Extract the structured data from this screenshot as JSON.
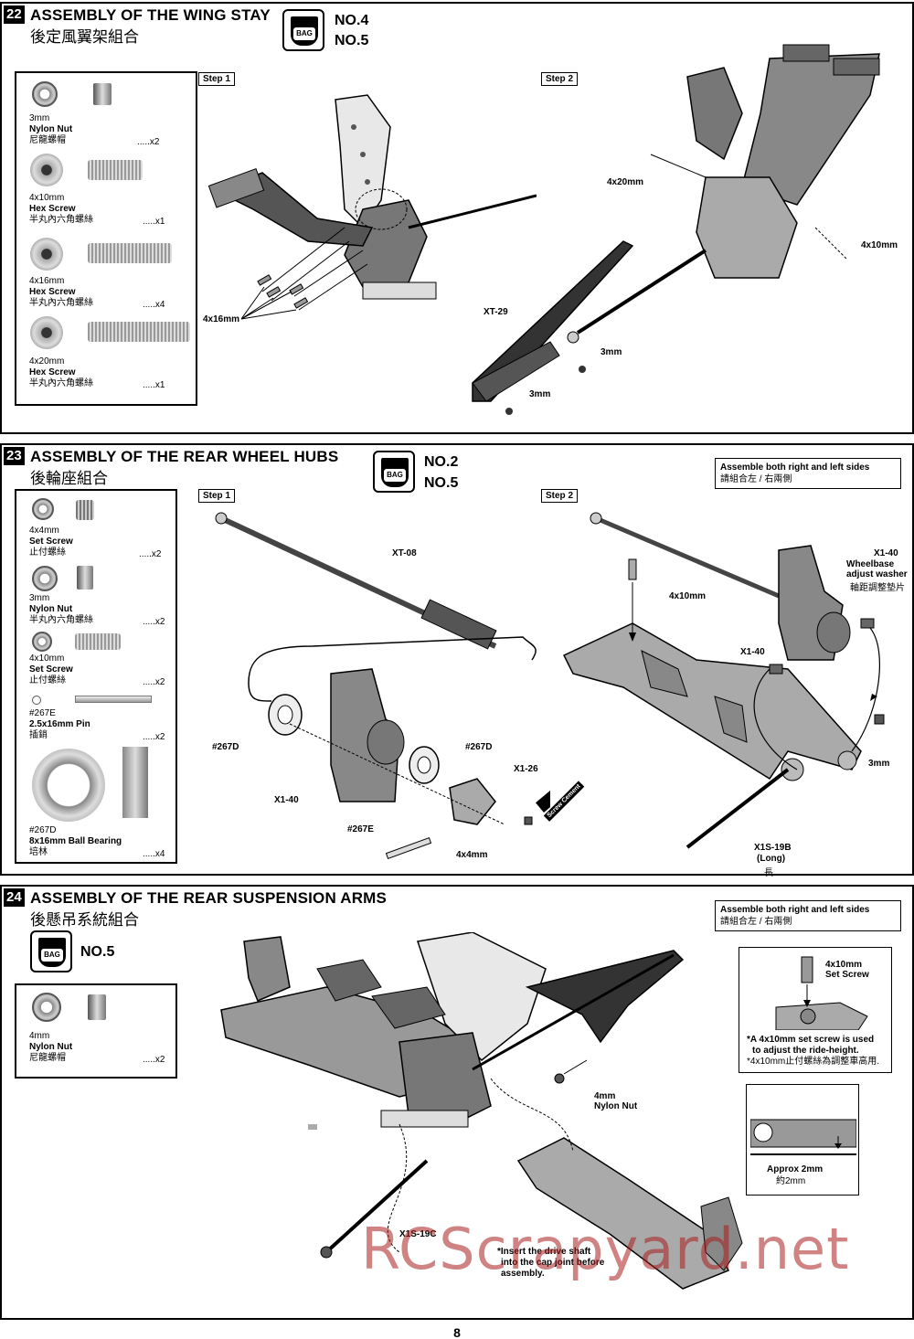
{
  "page_number": "8",
  "watermark": "RCScrapyard.net",
  "sections": {
    "s22": {
      "number": "22",
      "title_en": "ASSEMBLY OF THE WING STAY",
      "title_zh": "後定風翼架組合",
      "bags": [
        "NO.4",
        "NO.5"
      ],
      "bag_label": "BAG",
      "steps": [
        "Step 1",
        "Step 2"
      ],
      "parts": [
        {
          "name": "3mm",
          "type": "Nylon Nut",
          "zh": "尼龍螺帽",
          "qty": ".....x2"
        },
        {
          "name": "4x10mm",
          "type": "Hex Screw",
          "zh": "半丸內六角螺絲",
          "qty": ".....x1"
        },
        {
          "name": "4x16mm",
          "type": "Hex Screw",
          "zh": "半丸內六角螺絲",
          "qty": ".....x4"
        },
        {
          "name": "4x20mm",
          "type": "Hex Screw",
          "zh": "半丸內六角螺絲",
          "qty": ".....x1"
        }
      ],
      "labels": {
        "l1": "4x16mm",
        "l2": "4x20mm",
        "l3": "4x10mm",
        "l4": "XT-29",
        "l5": "3mm",
        "l6": "3mm"
      }
    },
    "s23": {
      "number": "23",
      "title_en": "ASSEMBLY OF THE REAR WHEEL HUBS",
      "title_zh": "後輪座組合",
      "bags": [
        "NO.2",
        "NO.5"
      ],
      "bag_label": "BAG",
      "steps": [
        "Step 1",
        "Step 2"
      ],
      "note_en": "Assemble both right and left sides",
      "note_zh": "請組合左 / 右兩側",
      "parts": [
        {
          "name": "4x4mm",
          "type": "Set Screw",
          "zh": "止付螺絲",
          "qty": ".....x2"
        },
        {
          "name": "3mm",
          "type": "Nylon Nut",
          "zh": "半丸內六角螺絲",
          "qty": ".....x2"
        },
        {
          "name": "4x10mm",
          "type": "Set Screw",
          "zh": "止付螺絲",
          "qty": ".....x2"
        },
        {
          "name": "#267E",
          "type": "2.5x16mm Pin",
          "zh": "插銷",
          "qty": ".....x2"
        },
        {
          "name": "#267D",
          "type": "8x16mm Ball Bearing",
          "zh": "培林",
          "qty": ".....x4"
        }
      ],
      "labels": {
        "l1": "XT-08",
        "l2": "#267D",
        "l3": "#267D",
        "l4": "X1-40",
        "l5": "X1-26",
        "l6": "#267E",
        "l7": "4x4mm",
        "l8": "Screw Cement",
        "l9": "4x10mm",
        "l10": "X1-40",
        "l11": "X1-40",
        "l12": "Wheelbase",
        "l13": "adjust washer",
        "l14": "軸距調整墊片",
        "l15": "3mm",
        "l16": "X1S-19B",
        "l17": "(Long)",
        "l18": "長"
      }
    },
    "s24": {
      "number": "24",
      "title_en": "ASSEMBLY OF THE REAR SUSPENSION ARMS",
      "title_zh": "後懸吊系統組合",
      "bags": [
        "NO.5"
      ],
      "bag_label": "BAG",
      "note_en": "Assemble both right and left sides",
      "note_zh": "請組合左 / 右兩側",
      "parts": [
        {
          "name": "4mm",
          "type": "Nylon Nut",
          "zh": "尼龍螺帽",
          "qty": ".....x2"
        }
      ],
      "detail1": {
        "label": "4x10mm",
        "label2": "Set Screw",
        "en1": "*A 4x10mm set screw is used",
        "en2": "to adjust the ride-height.",
        "zh": "*4x10mm止付螺絲為調整車高用."
      },
      "detail2": {
        "label": "Approx 2mm",
        "zh": "約2mm"
      },
      "labels": {
        "l1": "4mm",
        "l2": "Nylon Nut",
        "l3": "X1S-19C",
        "l4": "*Insert the drive shaft",
        "l5": "into the cap joint before",
        "l6": "assembly."
      }
    }
  }
}
